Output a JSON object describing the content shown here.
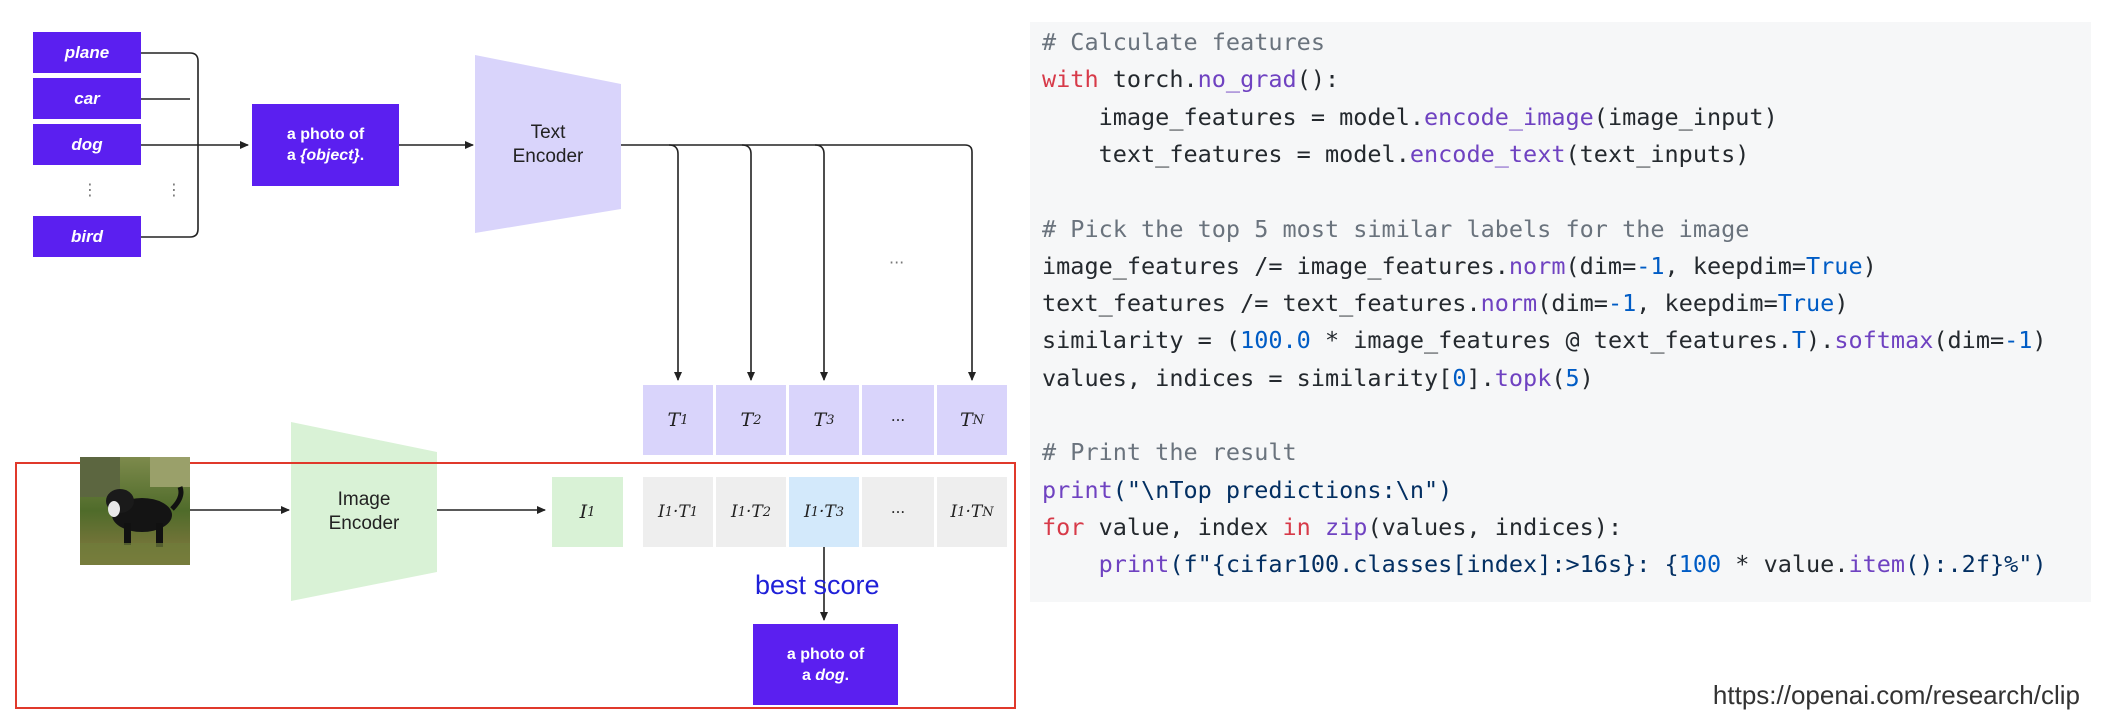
{
  "labels": [
    "plane",
    "car",
    "dog",
    "bird"
  ],
  "label_ellipsis": "⋮",
  "prompt": {
    "line1": "a photo of",
    "line2_prefix": "a ",
    "line2_obj": "{object}",
    "line2_suffix": "."
  },
  "text_encoder": {
    "line1": "Text",
    "line2": "Encoder"
  },
  "image_encoder": {
    "line1": "Image",
    "line2": "Encoder"
  },
  "horizontal_ellipsis": "···",
  "text_tokens": [
    {
      "base": "T",
      "sub": "1"
    },
    {
      "base": "T",
      "sub": "2"
    },
    {
      "base": "T",
      "sub": "3"
    },
    {
      "base": "···",
      "sub": ""
    },
    {
      "base": "T",
      "sub": "N"
    }
  ],
  "image_token": {
    "base": "I",
    "sub": "1"
  },
  "similarity_cells": [
    {
      "a": "I",
      "as": "1",
      "b": "T",
      "bs": "1"
    },
    {
      "a": "I",
      "as": "1",
      "b": "T",
      "bs": "2"
    },
    {
      "a": "I",
      "as": "1",
      "b": "T",
      "bs": "3"
    },
    {
      "a": "···",
      "as": "",
      "b": "",
      "bs": ""
    },
    {
      "a": "I",
      "as": "1",
      "b": "T",
      "bs": "N"
    }
  ],
  "best_score": "best score",
  "result": {
    "line1": "a photo of",
    "line2_prefix": "a ",
    "line2_obj": "dog",
    "line2_suffix": "."
  },
  "code_lines": [
    [
      {
        "t": "# Calculate features",
        "c": "com"
      }
    ],
    [
      {
        "t": "with",
        "c": "kw"
      },
      {
        "t": " torch.",
        "c": ""
      },
      {
        "t": "no_grad",
        "c": "fn"
      },
      {
        "t": "():",
        "c": ""
      }
    ],
    [
      {
        "t": "    image_features = model.",
        "c": ""
      },
      {
        "t": "encode_image",
        "c": "fn"
      },
      {
        "t": "(image_input)",
        "c": ""
      }
    ],
    [
      {
        "t": "    text_features = model.",
        "c": ""
      },
      {
        "t": "encode_text",
        "c": "fn"
      },
      {
        "t": "(text_inputs)",
        "c": ""
      }
    ],
    [],
    [
      {
        "t": "# Pick the top 5 most similar labels for the image",
        "c": "com"
      }
    ],
    [
      {
        "t": "image_features /= image_features.",
        "c": ""
      },
      {
        "t": "norm",
        "c": "fn"
      },
      {
        "t": "(dim=",
        "c": ""
      },
      {
        "t": "-1",
        "c": "num"
      },
      {
        "t": ", keepdim=",
        "c": ""
      },
      {
        "t": "True",
        "c": "num"
      },
      {
        "t": ")",
        "c": ""
      }
    ],
    [
      {
        "t": "text_features /= text_features.",
        "c": ""
      },
      {
        "t": "norm",
        "c": "fn"
      },
      {
        "t": "(dim=",
        "c": ""
      },
      {
        "t": "-1",
        "c": "num"
      },
      {
        "t": ", keepdim=",
        "c": ""
      },
      {
        "t": "True",
        "c": "num"
      },
      {
        "t": ")",
        "c": ""
      }
    ],
    [
      {
        "t": "similarity = (",
        "c": ""
      },
      {
        "t": "100.0",
        "c": "num"
      },
      {
        "t": " * image_features @ text_features.",
        "c": ""
      },
      {
        "t": "T",
        "c": "num"
      },
      {
        "t": ").",
        "c": ""
      },
      {
        "t": "softmax",
        "c": "fn"
      },
      {
        "t": "(dim=",
        "c": ""
      },
      {
        "t": "-1",
        "c": "num"
      },
      {
        "t": ")",
        "c": ""
      }
    ],
    [
      {
        "t": "values, indices = similarity[",
        "c": ""
      },
      {
        "t": "0",
        "c": "num"
      },
      {
        "t": "].",
        "c": ""
      },
      {
        "t": "topk",
        "c": "fn"
      },
      {
        "t": "(",
        "c": ""
      },
      {
        "t": "5",
        "c": "num"
      },
      {
        "t": ")",
        "c": ""
      }
    ],
    [],
    [
      {
        "t": "# Print the result",
        "c": "com"
      }
    ],
    [
      {
        "t": "print",
        "c": "fn"
      },
      {
        "t": "(\"\\nTop predictions:\\n\")",
        "c": "str"
      }
    ],
    [
      {
        "t": "for",
        "c": "kw"
      },
      {
        "t": " value, index ",
        "c": ""
      },
      {
        "t": "in",
        "c": "kw"
      },
      {
        "t": " ",
        "c": ""
      },
      {
        "t": "zip",
        "c": "fn"
      },
      {
        "t": "(values, indices):",
        "c": ""
      }
    ],
    [
      {
        "t": "    ",
        "c": ""
      },
      {
        "t": "print",
        "c": "fn"
      },
      {
        "t": "(f\"{cifar100.classes[index]:>16s}: {",
        "c": "str"
      },
      {
        "t": "100",
        "c": "num"
      },
      {
        "t": " * value.",
        "c": ""
      },
      {
        "t": "item",
        "c": "fn"
      },
      {
        "t": "():.2f}%\")",
        "c": "str"
      }
    ]
  ],
  "source_url": "https://openai.com/research/clip",
  "colors": {
    "purple": "#5b1ff0",
    "text_token": "#d9d4fb",
    "image_token": "#d9f2d6",
    "highlight": "#d3e9fb",
    "neutral": "#eeeeee",
    "frame": "#e0392b",
    "best_score": "#1f20d8"
  }
}
